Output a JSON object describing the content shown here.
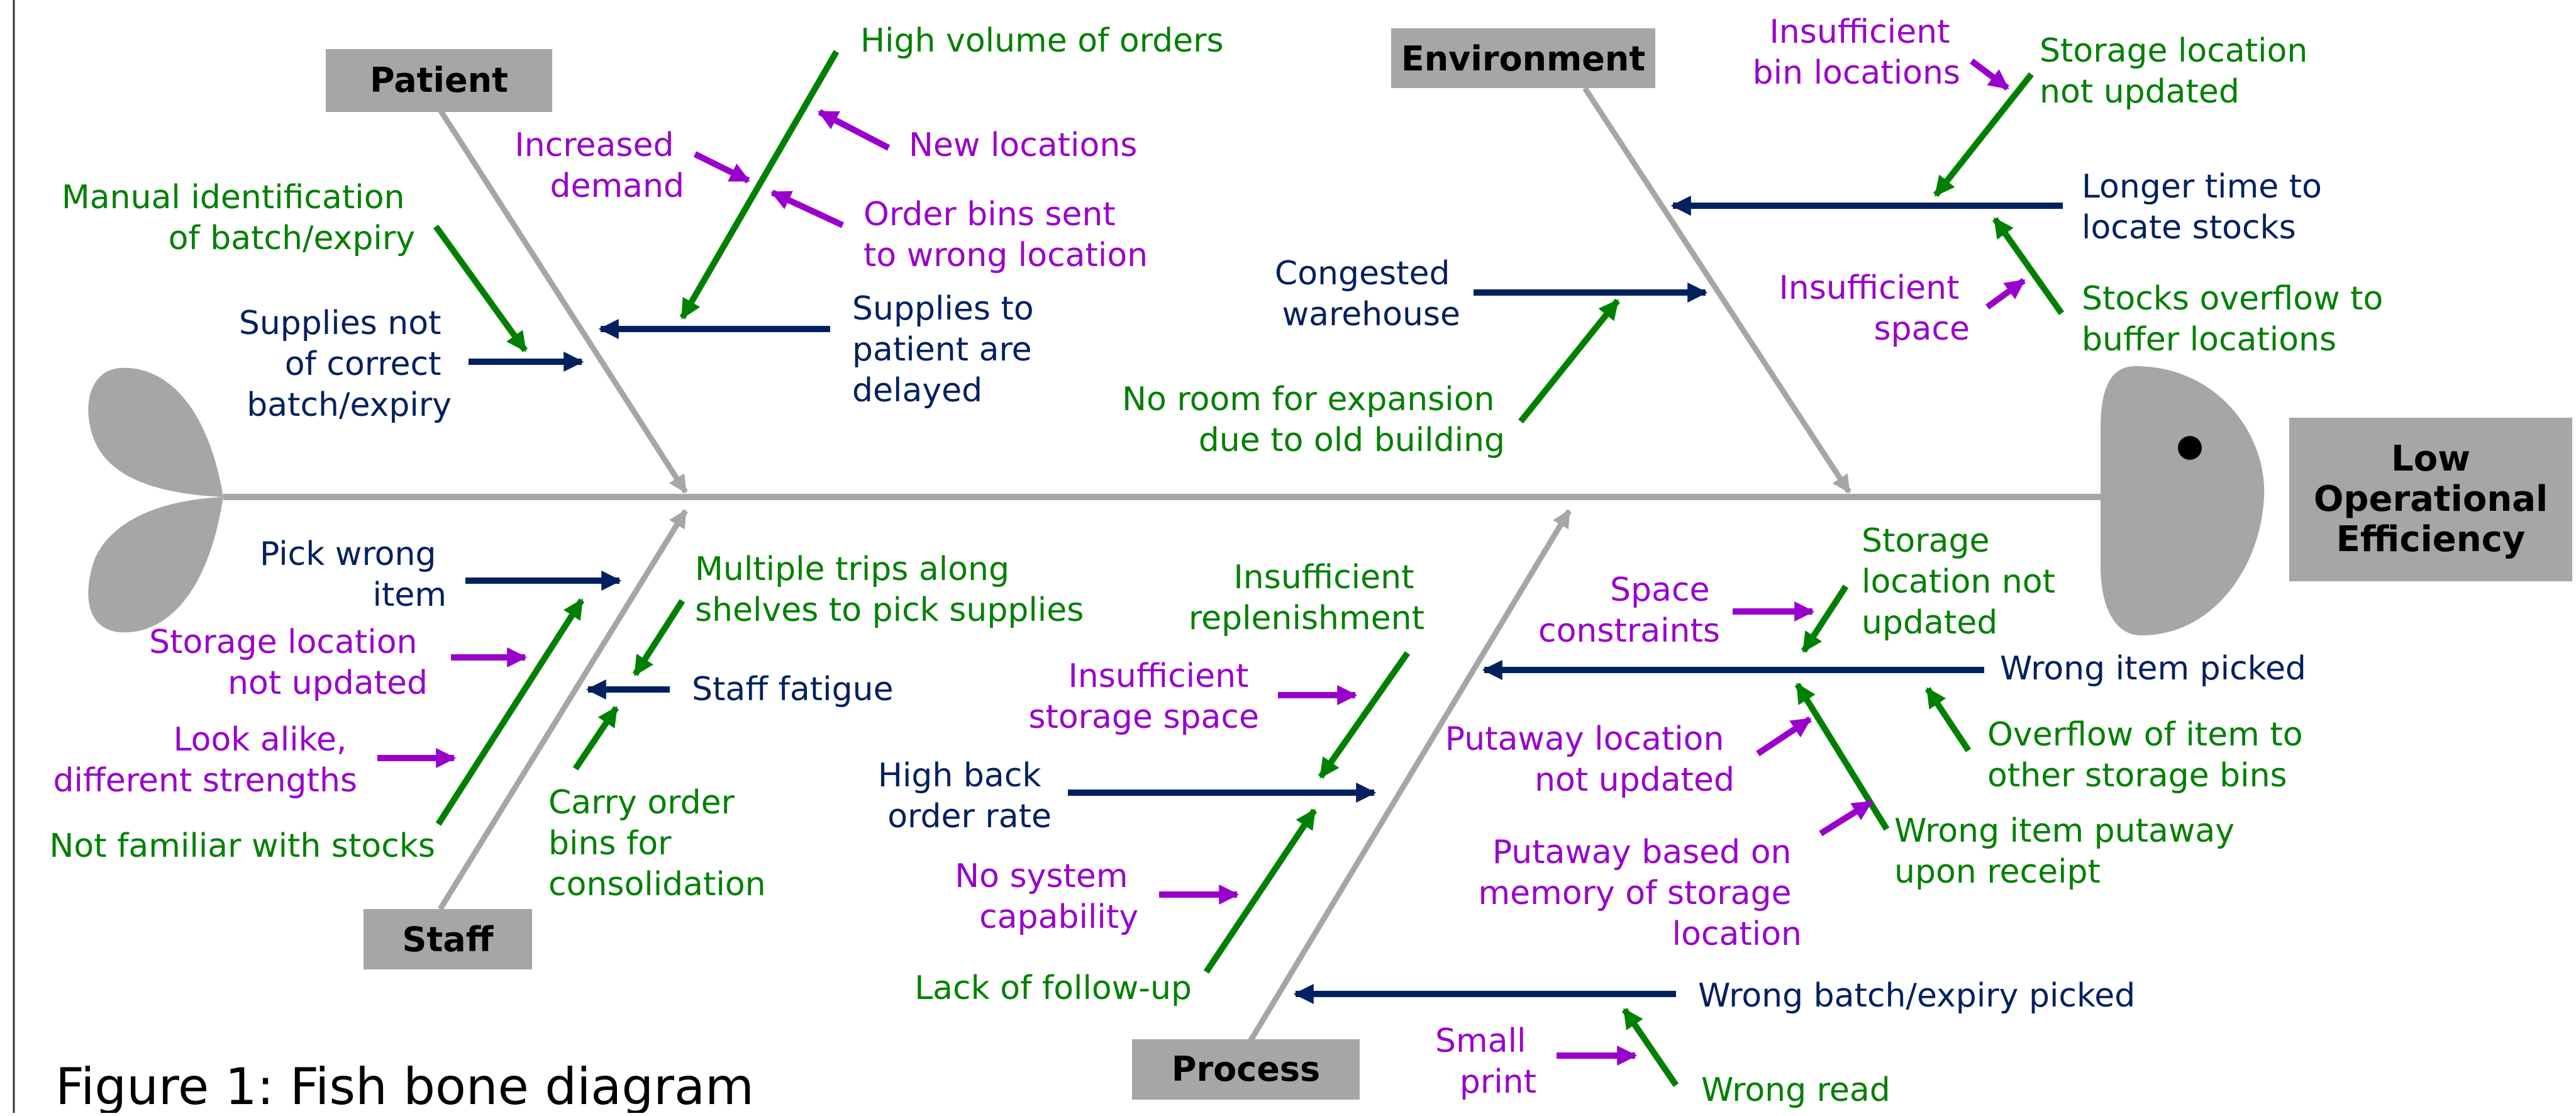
{
  "colors": {
    "spine": "#a6a6a6",
    "primary_cause": "#002060",
    "secondary_cause": "#008000",
    "tertiary_cause": "#9900cc",
    "category_box": "#a6a6a6"
  },
  "effect": {
    "label": "Low Operational Efficiency",
    "lines": [
      "Low",
      "Operational",
      "Efficiency"
    ]
  },
  "caption": "Figure 1: Fish bone diagram",
  "categories": {
    "patient": "Patient",
    "environment": "Environment",
    "staff": "Staff",
    "process": "Process"
  },
  "patient": {
    "supplies_not_correct": [
      "Supplies not",
      "of correct",
      "batch/expiry"
    ],
    "supplies_delayed": [
      "Supplies to",
      "patient are",
      "delayed"
    ],
    "manual_identification": [
      "Manual identification",
      "of batch/expiry"
    ],
    "high_volume": [
      "High volume of orders"
    ],
    "increased_demand": [
      "Increased",
      "demand"
    ],
    "new_locations": [
      "New locations"
    ],
    "order_bins_wrong": [
      "Order bins sent",
      "to wrong location"
    ]
  },
  "environment": {
    "congested": [
      "Congested",
      "warehouse"
    ],
    "no_room": [
      "No room for expansion",
      "due to old building"
    ],
    "longer_time": [
      "Longer time to",
      "locate stocks"
    ],
    "storage_not_updated": [
      "Storage location",
      "not updated"
    ],
    "insufficient_bin": [
      "Insufficient",
      "bin locations"
    ],
    "stocks_overflow": [
      "Stocks overflow to",
      "buffer locations"
    ],
    "insufficient_space": [
      "Insufficient",
      "space"
    ]
  },
  "staff": {
    "pick_wrong": [
      "Pick wrong",
      "item"
    ],
    "storage_not_updated": [
      "Storage location",
      "not updated"
    ],
    "look_alike": [
      "Look alike,",
      "different strengths"
    ],
    "not_familiar": [
      "Not familiar with stocks"
    ],
    "staff_fatigue": [
      "Staff fatigue"
    ],
    "multiple_trips": [
      "Multiple trips along",
      "shelves to pick supplies"
    ],
    "carry_order": [
      "Carry order",
      "bins for",
      "consolidation"
    ]
  },
  "process": {
    "high_back_order": [
      "High back",
      "order rate"
    ],
    "insufficient_replenishment": [
      "Insufficient",
      "replenishment"
    ],
    "insufficient_storage": [
      "Insufficient",
      "storage space"
    ],
    "no_system": [
      "No system",
      "capability"
    ],
    "lack_followup": [
      "Lack of follow-up"
    ],
    "wrong_item_picked": [
      "Wrong item picked"
    ],
    "space_constraints": [
      "Space",
      "constraints"
    ],
    "storage_location_not_updated": [
      "Storage",
      "location not",
      "updated"
    ],
    "putaway_not_updated": [
      "Putaway location",
      "not updated"
    ],
    "putaway_memory": [
      "Putaway based on",
      "memory of storage",
      "location"
    ],
    "wrong_putaway": [
      "Wrong item putaway",
      "upon receipt"
    ],
    "overflow_item": [
      "Overflow of item to",
      "other storage bins"
    ],
    "wrong_batch": [
      "Wrong batch/expiry picked"
    ],
    "small_print": [
      "Small",
      "print"
    ],
    "wrong_read": [
      "Wrong read"
    ]
  }
}
